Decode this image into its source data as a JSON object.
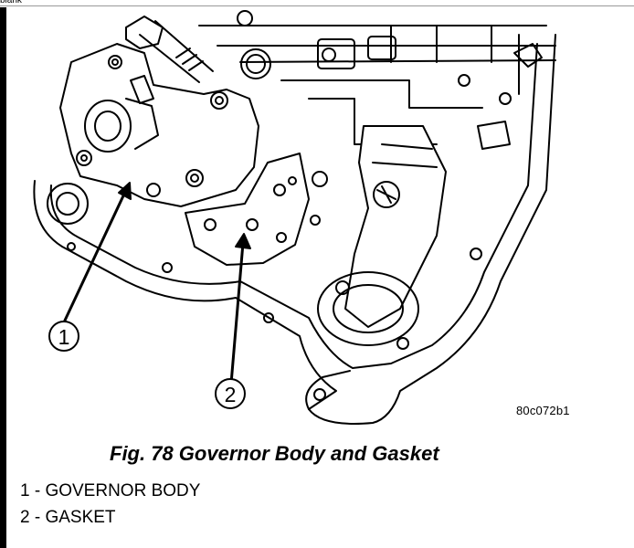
{
  "tab": {
    "label": "blank"
  },
  "figure": {
    "callouts": [
      "1",
      "2"
    ],
    "code": "80c072b1"
  },
  "caption": "Fig. 78 Governor Body and Gasket",
  "legend": [
    {
      "text": "1 - GOVERNOR BODY"
    },
    {
      "text": "2 - GASKET"
    }
  ]
}
